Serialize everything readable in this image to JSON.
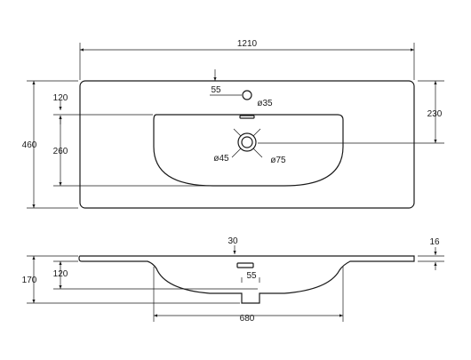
{
  "top_view": {
    "overall_width": "1210",
    "tap_offset": "55",
    "tap_hole_diameter": "ø35",
    "edge_to_basin": "120",
    "overall_depth": "460",
    "basin_depth": "260",
    "rear_to_drain": "230",
    "drain_inner_diameter": "ø45",
    "drain_outer_diameter": "ø75"
  },
  "side_view": {
    "deck_height": "30",
    "deck_right_thickness": "16",
    "deck_left_thickness": "120",
    "total_height": "170",
    "drain_width": "55",
    "basin_width": "680"
  }
}
